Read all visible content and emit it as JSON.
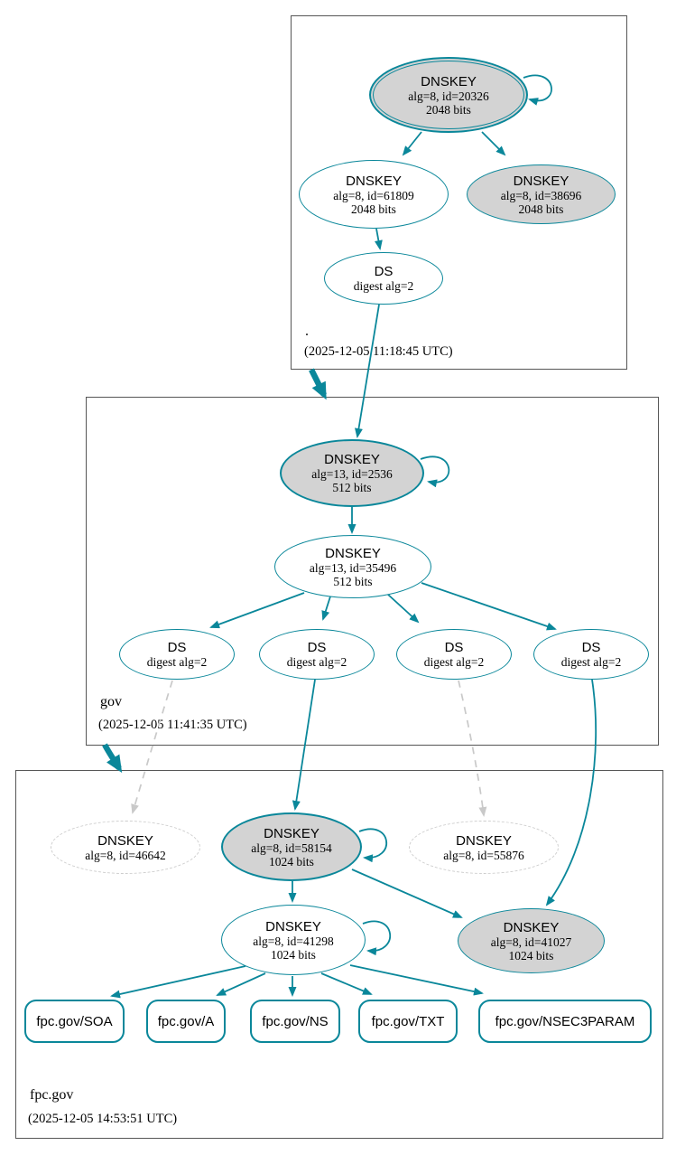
{
  "diagram_type": "dnssec-authentication-chain",
  "colors": {
    "secure_teal": "#0a879a",
    "node_fill_gray": "#d3d3d3",
    "missing_dash_gray": "#cdcdcd",
    "zone_border_gray": "#565656",
    "background": "#ffffff",
    "text": "#000000"
  },
  "zones": {
    "root": {
      "name": ".",
      "timestamp": "(2025-12-05 11:18:45 UTC)",
      "nodes": {
        "ksk20326": {
          "title": "DNSKEY",
          "attr1": "alg=8, id=20326",
          "attr2": "2048 bits"
        },
        "zsk61809": {
          "title": "DNSKEY",
          "attr1": "alg=8, id=61809",
          "attr2": "2048 bits"
        },
        "key38696": {
          "title": "DNSKEY",
          "attr1": "alg=8, id=38696",
          "attr2": "2048 bits"
        },
        "ds": {
          "title": "DS",
          "attr1": "digest alg=2"
        }
      }
    },
    "gov": {
      "name": "gov",
      "timestamp": "(2025-12-05 11:41:35 UTC)",
      "nodes": {
        "ksk2536": {
          "title": "DNSKEY",
          "attr1": "alg=13, id=2536",
          "attr2": "512 bits"
        },
        "zsk35496": {
          "title": "DNSKEY",
          "attr1": "alg=13, id=35496",
          "attr2": "512 bits"
        },
        "ds1": {
          "title": "DS",
          "attr1": "digest alg=2"
        },
        "ds2": {
          "title": "DS",
          "attr1": "digest alg=2"
        },
        "ds3": {
          "title": "DS",
          "attr1": "digest alg=2"
        },
        "ds4": {
          "title": "DS",
          "attr1": "digest alg=2"
        }
      }
    },
    "fpc": {
      "name": "fpc.gov",
      "timestamp": "(2025-12-05 14:53:51 UTC)",
      "nodes": {
        "missing46642": {
          "title": "DNSKEY",
          "attr1": "alg=8, id=46642"
        },
        "ksk58154": {
          "title": "DNSKEY",
          "attr1": "alg=8, id=58154",
          "attr2": "1024 bits"
        },
        "missing55876": {
          "title": "DNSKEY",
          "attr1": "alg=8, id=55876"
        },
        "zsk41298": {
          "title": "DNSKEY",
          "attr1": "alg=8, id=41298",
          "attr2": "1024 bits"
        },
        "key41027": {
          "title": "DNSKEY",
          "attr1": "alg=8, id=41027",
          "attr2": "1024 bits"
        },
        "rrset_soa": {
          "label": "fpc.gov/SOA"
        },
        "rrset_a": {
          "label": "fpc.gov/A"
        },
        "rrset_ns": {
          "label": "fpc.gov/NS"
        },
        "rrset_txt": {
          "label": "fpc.gov/TXT"
        },
        "rrset_nsec3param": {
          "label": "fpc.gov/NSEC3PARAM"
        }
      }
    }
  }
}
